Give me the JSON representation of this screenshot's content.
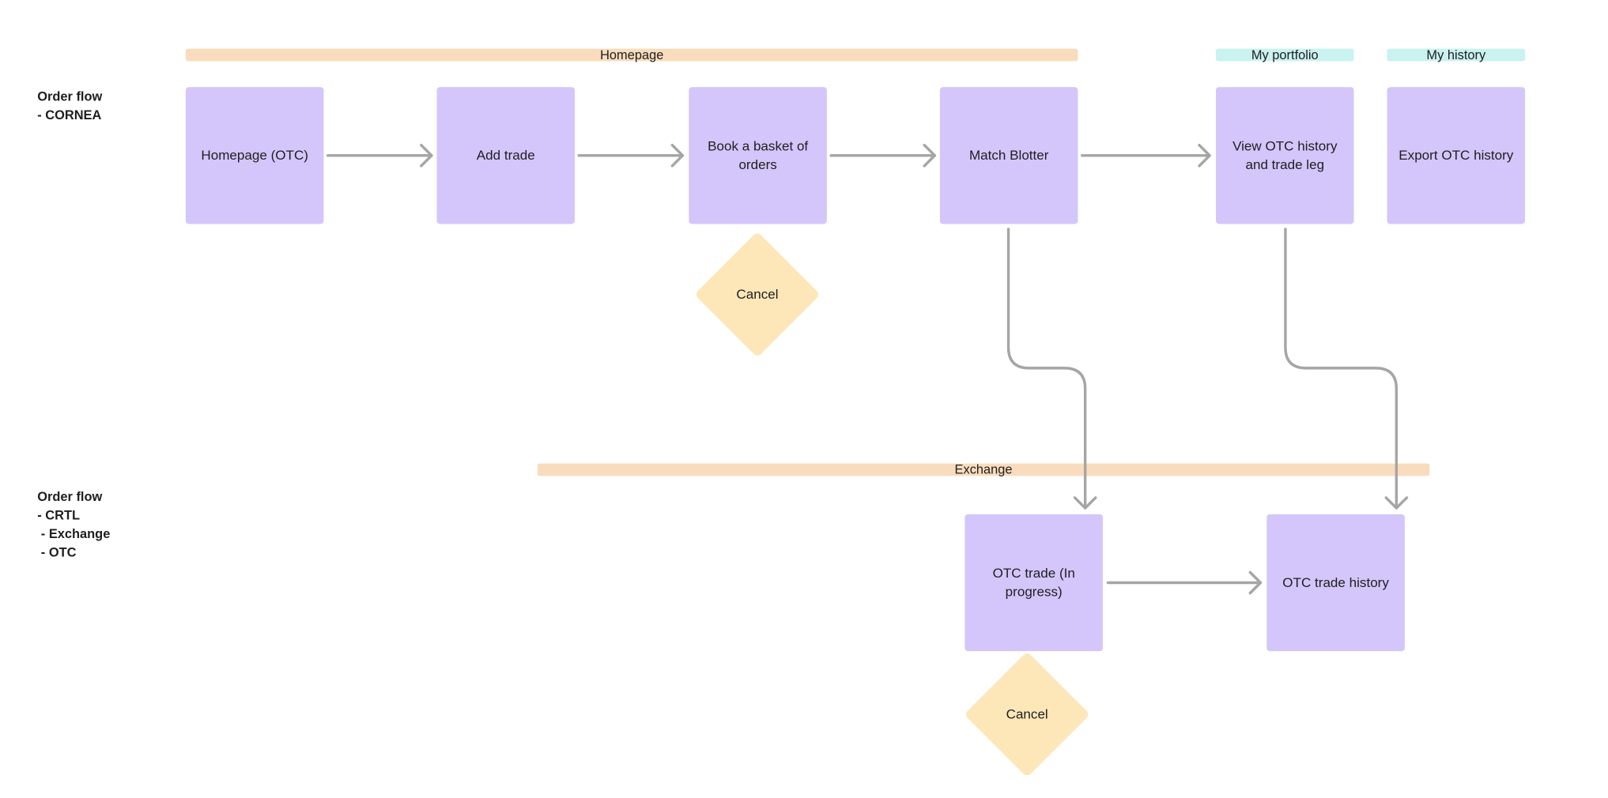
{
  "bands": {
    "homepage": "Homepage",
    "my_portfolio": "My portfolio",
    "my_history": "My history",
    "exchange": "Exchange"
  },
  "flow_labels": {
    "cornea": "Order flow\n- CORNEA",
    "crtl": "Order flow\n- CRTL\n - Exchange\n - OTC"
  },
  "nodes": {
    "homepage_otc": "Homepage (OTC)",
    "add_trade": "Add trade",
    "book_basket": "Book a basket of orders",
    "match_blotter": "Match Blotter",
    "view_otc_history": "View OTC history and trade leg",
    "export_otc_history": "Export OTC history",
    "otc_trade_in_progress": "OTC trade (In progress)",
    "otc_trade_history": "OTC trade history"
  },
  "decisions": {
    "cancel_top": "Cancel",
    "cancel_bottom": "Cancel"
  },
  "colors": {
    "node_fill": "#d4c6fb",
    "decision_fill": "#fde7b9",
    "band_orange": "#f9dcbd",
    "band_teal": "#c9f2f0",
    "connector": "#a5a5a5"
  }
}
